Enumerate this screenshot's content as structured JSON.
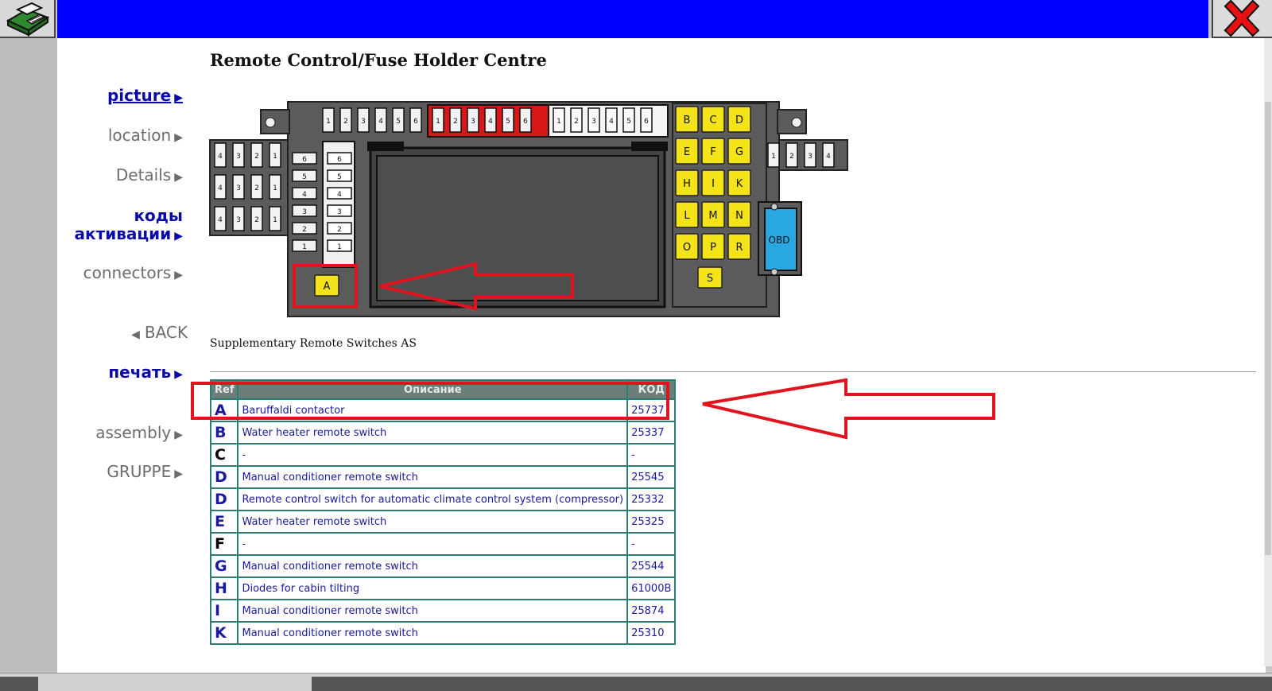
{
  "header": {
    "close_label": "✖"
  },
  "nav": {
    "picture": "picture",
    "location": "location",
    "details": "Details",
    "codes_line1": "коды",
    "codes_line2": "активации",
    "connectors": "connectors",
    "back": "BACK",
    "print": "печать",
    "assembly": "assembly",
    "gruppe": "GRUPPE"
  },
  "page": {
    "title": "Remote Control/Fuse Holder Centre",
    "caption": "Supplementary Remote Switches AS"
  },
  "diagram": {
    "obd_label": "OBD",
    "relay_a": "A",
    "relay_s": "S",
    "relay_grid": [
      "B",
      "C",
      "D",
      "E",
      "F",
      "G",
      "H",
      "I",
      "K",
      "L",
      "M",
      "N",
      "O",
      "P",
      "R"
    ],
    "fuse_row_top": [
      "1",
      "2",
      "3",
      "4",
      "5",
      "6"
    ],
    "fuse_row_red": [
      "1",
      "2",
      "3",
      "4",
      "5",
      "6"
    ],
    "fuse_row_white": [
      "1",
      "2",
      "3",
      "4",
      "5",
      "6"
    ],
    "fuse_left_block": [
      "4",
      "3",
      "2",
      "1"
    ],
    "fuse_right_block": [
      "1",
      "2",
      "3",
      "4"
    ],
    "fuse_mid_column": [
      "6",
      "5",
      "4",
      "3",
      "2",
      "1"
    ]
  },
  "table": {
    "headers": [
      "Ref",
      "Описание",
      "КОД"
    ],
    "rows": [
      {
        "ref": "A",
        "desc": "Baruffaldi contactor",
        "code": "25737"
      },
      {
        "ref": "B",
        "desc": "Water heater remote switch",
        "code": "25337"
      },
      {
        "ref": "C",
        "desc": "-",
        "code": "-"
      },
      {
        "ref": "D",
        "desc": "Manual conditioner remote switch",
        "code": "25545"
      },
      {
        "ref": "D",
        "desc": "Remote control switch for automatic climate control system (compressor)",
        "code": "25332"
      },
      {
        "ref": "E",
        "desc": "Water heater remote switch",
        "code": "25325"
      },
      {
        "ref": "F",
        "desc": "-",
        "code": "-"
      },
      {
        "ref": "G",
        "desc": "Manual conditioner remote switch",
        "code": "25544"
      },
      {
        "ref": "H",
        "desc": "Diodes for cabin tilting",
        "code": "61000B"
      },
      {
        "ref": "I",
        "desc": "Manual conditioner remote switch",
        "code": "25874"
      },
      {
        "ref": "K",
        "desc": "Manual conditioner remote switch",
        "code": "25310"
      }
    ]
  },
  "colors": {
    "titlebar": "#0000ff",
    "nav_active": "#0a0aa8",
    "nav_inactive": "#6c6c6c",
    "table_border": "#2d7d77",
    "annotation_red": "#e0141e",
    "relay_yellow": "#f5e31a",
    "fuse_red": "#d81818",
    "obd_blue": "#29a7e0"
  }
}
